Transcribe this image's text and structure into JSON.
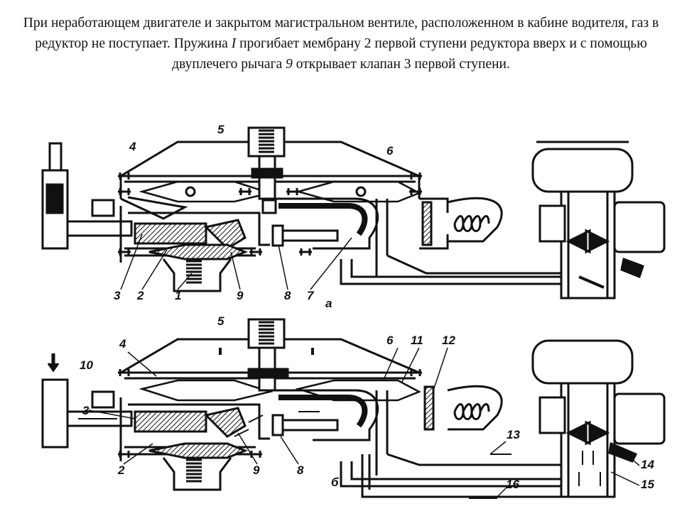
{
  "slide": {
    "caption": {
      "part1": "При неработающем двигателе и закрытом магистральном вентиле, расположенном в кабине водителя, газ в редуктор не поступает. Пружина ",
      "spring_ref": "I",
      "part2": " прогибает мембрану 2 первой ступени редуктора вверх и с помощью двуплечего рычага ",
      "lever_ref": "9",
      "part3": " открывает клапан 3 первой ступени."
    }
  },
  "diagram": {
    "top": {
      "view_label": "а",
      "numbers": [
        "5",
        "4",
        "6",
        "3",
        "2",
        "1",
        "9",
        "8",
        "7"
      ]
    },
    "bottom": {
      "view_label": "б",
      "numbers": [
        "5",
        "4",
        "6",
        "11",
        "12",
        "10",
        "3",
        "2",
        "9",
        "8",
        "13",
        "14",
        "15",
        "16"
      ]
    }
  }
}
